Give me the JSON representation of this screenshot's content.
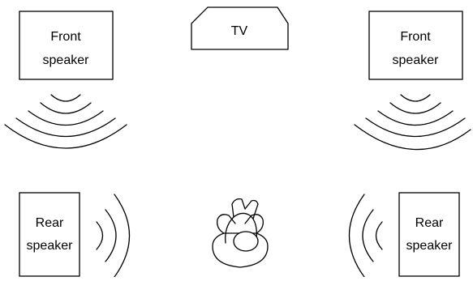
{
  "tv": {
    "label": "TV"
  },
  "front_left": {
    "line1": "Front",
    "line2": "speaker"
  },
  "front_right": {
    "line1": "Front",
    "line2": "speaker"
  },
  "rear_left": {
    "line1": "Rear",
    "line2": "speaker"
  },
  "rear_right": {
    "line1": "Rear",
    "line2": "speaker"
  },
  "listener": {
    "icon": "listener-icon"
  }
}
